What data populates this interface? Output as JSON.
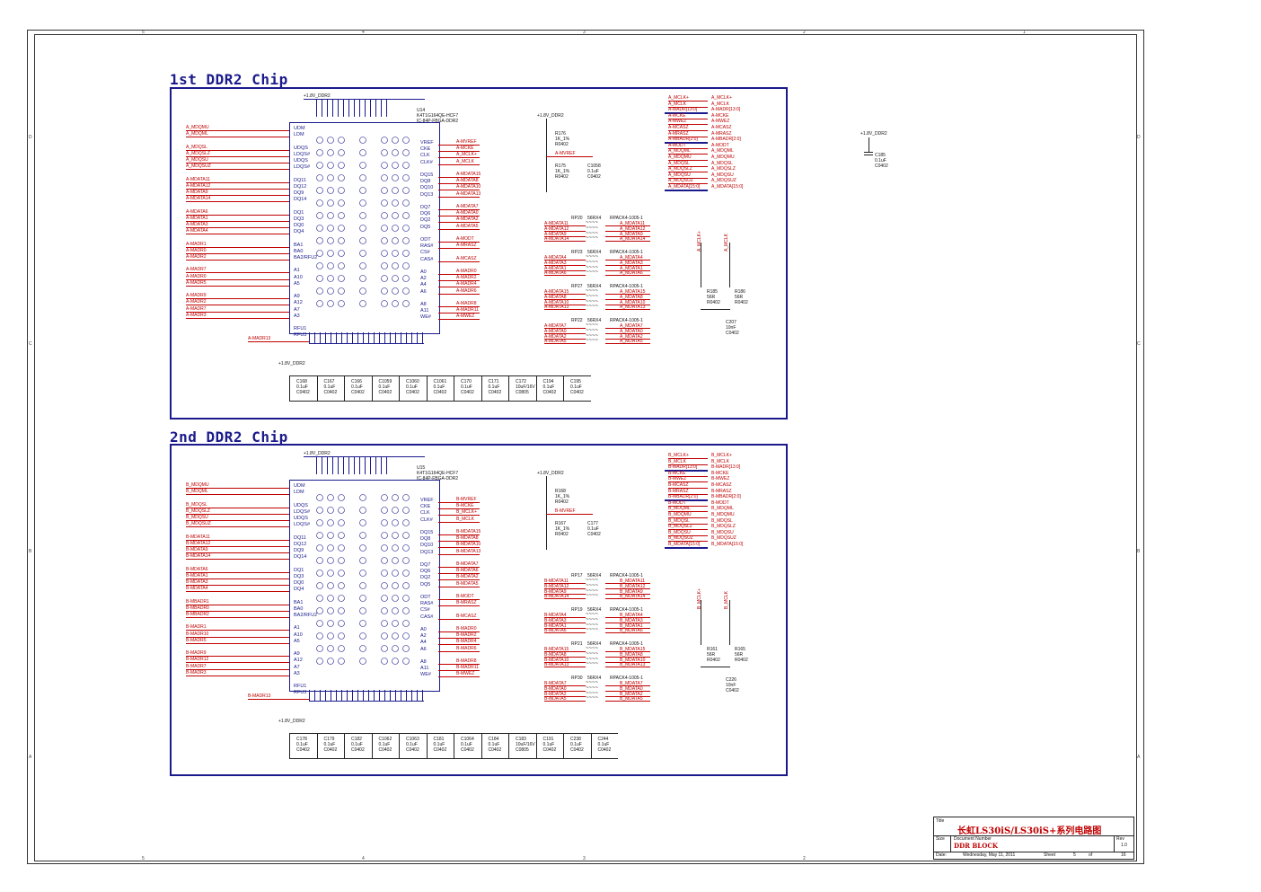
{
  "border": {
    "top_zones": [
      "5",
      "4",
      "3",
      "2",
      "1"
    ],
    "side_zones": [
      "D",
      "C",
      "B",
      "A"
    ]
  },
  "chip1": {
    "section_title": "1st DDR2 Chip",
    "power": "+1.8V_DDR2",
    "ref": "U14",
    "part": "K4T1G164QE-HCF7",
    "package": "IC-84P-FBGA-DDR2",
    "left_pins": [
      "UDM",
      "LDM",
      "",
      "UDQS",
      "LDQS#",
      "UDQS",
      "LDQS#",
      "",
      "DQ11",
      "DQ12",
      "DQ9",
      "DQ14",
      "",
      "DQ1",
      "DQ3",
      "DQ0",
      "DQ4",
      "",
      "BA1",
      "BA0",
      "BA2/RFU2",
      "",
      "A1",
      "A10",
      "A5",
      "",
      "A9",
      "A12",
      "A7",
      "A3",
      "",
      "RFU1",
      "RFU3"
    ],
    "right_pins": [
      "VREF",
      "CKE",
      "CLK",
      "CLK#",
      "",
      "DQ15",
      "DQ8",
      "DQ10",
      "DQ13",
      "",
      "DQ7",
      "DQ6",
      "DQ2",
      "DQ5",
      "",
      "ODT",
      "RAS#",
      "CS#",
      "CAS#",
      "",
      "A0",
      "A2",
      "A4",
      "A6",
      "",
      "A8",
      "A11",
      "WE#"
    ],
    "left_nets": [
      "A_MDQMU",
      "A_MDQML",
      "",
      "A_MDQSL",
      "A_MDQSLZ",
      "A_MDQSU",
      "A_MDQSUZ",
      "",
      "A-MDATA11",
      "A-MDATA12",
      "A-MDATA9",
      "A-MDATA14",
      "",
      "A-MDATA6",
      "A-MDATA1",
      "A-MDATA3",
      "A-MDATA4",
      "",
      "A-MADR1",
      "A-MADR0",
      "A-MADR2",
      "",
      "A-MADR7",
      "A-MADR0",
      "A-MADR5",
      "",
      "A-MADR9",
      "A-MADR2",
      "A-MADR7",
      "A-MADR3"
    ],
    "right_nets": [
      "A-MVREF",
      "A-MCKE",
      "A_MCLK+",
      "A_MCLK",
      "",
      "A-MDATA15",
      "A-MDATA8",
      "A-MDATA10",
      "A-MDATA13",
      "",
      "A-MDATA7",
      "A-MDATA0",
      "A-MDATA2",
      "A-MDATA5",
      "",
      "A-MODT",
      "A-MRASZ",
      "",
      "A-MCASZ",
      "",
      "A-MADR0",
      "A-MADR2",
      "A-MADR4",
      "A-MADR6",
      "",
      "A-MADR8",
      "A-MADR11",
      "A-MWEZ"
    ],
    "bottom_net": "A-MADR13",
    "vref_block": {
      "r1": "R176",
      "r1v": "1K_1%",
      "r1p": "R0402",
      "net": "A-MVREF",
      "r2": "R175",
      "r2v": "1K_1%",
      "r2p": "R0402",
      "c": "C1058",
      "cv": "0.1uF",
      "cp": "C0402"
    },
    "rpacks": [
      {
        "rp": "RP20",
        "val": "56RX4",
        "part": "RPACK4-1005-1",
        "left": [
          "A-MDATA11",
          "A-MDATA12",
          "A-MDATA9",
          "A-MDATA14"
        ],
        "right": [
          "A_MDATA11",
          "A_MDATA12",
          "A_MDATA9",
          "A_MDATA14"
        ]
      },
      {
        "rp": "RP23",
        "val": "56RX4",
        "part": "RPACK4-1005-1",
        "left": [
          "A-MDATA4",
          "A-MDATA3",
          "A-MDATA1",
          "A-MDATA6"
        ],
        "right": [
          "A_MDATA4",
          "A_MDATA3",
          "A_MDATA1",
          "A_MDATA6"
        ]
      },
      {
        "rp": "RP27",
        "val": "56RX4",
        "part": "RPACK4-1005-1",
        "left": [
          "A-MDATA15",
          "A-MDATA8",
          "A-MDATA10",
          "A-MDATA13"
        ],
        "right": [
          "A_MDATA15",
          "A_MDATA8",
          "A_MDATA10",
          "A_MDATA13"
        ]
      },
      {
        "rp": "RP22",
        "val": "56RX4",
        "part": "RPACK4-1005-1",
        "left": [
          "A-MDATA7",
          "A-MDATA0",
          "A-MDATA2",
          "A-MDATA5"
        ],
        "right": [
          "A_MDATA7",
          "A_MDATA0",
          "A_MDATA2",
          "A_MDATA5"
        ]
      }
    ],
    "ports": [
      "A_MCLK+",
      "A_MCLK",
      "A-MADR[13:0]",
      "A-MCKE",
      "A-MWEZ",
      "A-MCASZ",
      "A-MRASZ",
      "A-MBADR[2:0]",
      "A-MODT",
      "A_MDQML",
      "A_MDQMU",
      "A_MDQSL",
      "A_MDQSLZ",
      "A_MDQSU",
      "A_MDQSUZ",
      "A_MDATA[15:0]"
    ],
    "term": {
      "ra": "R185",
      "rav": "56R",
      "rap": "R0402",
      "rb": "R186",
      "rbv": "56R",
      "rbp": "R0402",
      "c": "C207",
      "cv": "10nF",
      "cp": "C0402",
      "net1": "A_MCLK+",
      "net2": "A_MCLK"
    },
    "decaps": [
      {
        "r": "C168",
        "v": "0.1uF",
        "p": "C0402"
      },
      {
        "r": "C167",
        "v": "0.1uF",
        "p": "C0402"
      },
      {
        "r": "C166",
        "v": "0.1uF",
        "p": "C0402"
      },
      {
        "r": "C1059",
        "v": "0.1uF",
        "p": "C0402"
      },
      {
        "r": "C1060",
        "v": "0.1uF",
        "p": "C0402"
      },
      {
        "r": "C1061",
        "v": "0.1uF",
        "p": "C0402"
      },
      {
        "r": "C170",
        "v": "0.1uF",
        "p": "C0402"
      },
      {
        "r": "C171",
        "v": "0.1uF",
        "p": "C0402"
      },
      {
        "r": "C172",
        "v": "10uF/16V",
        "p": "C0805"
      },
      {
        "r": "C194",
        "v": "0.1uF",
        "p": "C0402"
      },
      {
        "r": "C195",
        "v": "0.1uF",
        "p": "C0402"
      }
    ]
  },
  "chip2": {
    "section_title": "2nd DDR2 Chip",
    "power": "+1.8V_DDR2",
    "ref": "U15",
    "part": "K4T1G164QE-HCF7",
    "package": "IC-84P-FBGA-DDR2",
    "left_nets": [
      "B_MDQMU",
      "B_MDQML",
      "",
      "B_MDQSL",
      "B_MDQSLZ",
      "B_MDQSU",
      "B_MDQSUZ",
      "",
      "B-MDATA11",
      "B-MDATA12",
      "B-MDATA9",
      "B-MDATA14",
      "",
      "B-MDATA6",
      "B-MDATA1",
      "B-MDATA3",
      "B-MDATA4",
      "",
      "B-MBADR1",
      "B-MBADR0",
      "B-MBADR2",
      "",
      "B-MADR1",
      "B-MADR10",
      "B-MADR5",
      "",
      "B-MADR9",
      "B-MADR12",
      "B-MADR7",
      "B-MADR3"
    ],
    "right_nets": [
      "B-MVREF",
      "B-MCKE",
      "B_MCLK+",
      "B_MCLK",
      "",
      "B-MDATA15",
      "B-MDATA8",
      "B-MDATA10",
      "B-MDATA13",
      "",
      "B-MDATA7",
      "B-MDATA6",
      "B-MDATA2",
      "B-MDATA5",
      "",
      "B-MODT",
      "B-MRASZ",
      "",
      "B-MCASZ",
      "",
      "B-MADR0",
      "B-MADR2",
      "B-MADR4",
      "B-MADR6",
      "",
      "B-MADR8",
      "B-MADR11",
      "B-MWEZ"
    ],
    "bottom_net": "B-MADR13",
    "vref_block": {
      "r1": "R168",
      "r1v": "1K_1%",
      "r1p": "R0402",
      "net": "B-MVREF",
      "r2": "R167",
      "r2v": "1K_1%",
      "r2p": "R0402",
      "c": "C177",
      "cv": "0.1uF",
      "cp": "C0402"
    },
    "rpacks": [
      {
        "rp": "RP17",
        "val": "56RX4",
        "part": "RPACK4-1005-1",
        "left": [
          "B-MDATA11",
          "B-MDATA12",
          "B-MDATA9",
          "B-MDATA14"
        ],
        "right": [
          "B_MDATA11",
          "B_MDATA12",
          "B_MDATA9",
          "B_MDATA14"
        ]
      },
      {
        "rp": "RP19",
        "val": "56RX4",
        "part": "RPACK4-1005-1",
        "left": [
          "B-MDATA4",
          "B-MDATA3",
          "B-MDATA1",
          "B-MDATA6"
        ],
        "right": [
          "B_MDATA4",
          "B_MDATA3",
          "B_MDATA1",
          "B_MDATA6"
        ]
      },
      {
        "rp": "RP21",
        "val": "56RX4",
        "part": "RPACK4-1005-1",
        "left": [
          "B-MDATA15",
          "B-MDATA8",
          "B-MDATA10",
          "B-MDATA13"
        ],
        "right": [
          "B_MDATA15",
          "B_MDATA8",
          "B_MDATA10",
          "B_MDATA13"
        ]
      },
      {
        "rp": "RP30",
        "val": "56RX4",
        "part": "RPACK4-1005-1",
        "left": [
          "B-MDATA7",
          "B-MDATA0",
          "B-MDATA2",
          "B-MDATA5"
        ],
        "right": [
          "B_MDATA7",
          "B_MDATA0",
          "B_MDATA2",
          "B_MDATA5"
        ]
      }
    ],
    "ports": [
      "B_MCLK+",
      "B_MCLK",
      "B-MADR[13:0]",
      "B-MCKE",
      "B-MWEZ",
      "B-MCASZ",
      "B-MRASZ",
      "B-MBADR[2:0]",
      "B-MODT",
      "B_MDQML",
      "B_MDQMU",
      "B_MDQSL",
      "B_MDQSLZ",
      "B_MDQSU",
      "B_MDQSUZ",
      "B_MDATA[15:0]"
    ],
    "term": {
      "ra": "R161",
      "rav": "56R",
      "rap": "R0402",
      "rb": "R165",
      "rbv": "56R",
      "rbp": "R0402",
      "c": "C226",
      "cv": "10nF",
      "cp": "C0402",
      "net1": "B_MCLK+",
      "net2": "B_MCLK"
    },
    "decaps": [
      {
        "r": "C178",
        "v": "0.1uF",
        "p": "C0402"
      },
      {
        "r": "C179",
        "v": "0.1uF",
        "p": "C0402"
      },
      {
        "r": "C182",
        "v": "0.1uF",
        "p": "C0402"
      },
      {
        "r": "C1062",
        "v": "0.1uF",
        "p": "C0402"
      },
      {
        "r": "C1063",
        "v": "0.1uF",
        "p": "C0402"
      },
      {
        "r": "C181",
        "v": "0.1uF",
        "p": "C0402"
      },
      {
        "r": "C1064",
        "v": "0.1uF",
        "p": "C0402"
      },
      {
        "r": "C184",
        "v": "0.1uF",
        "p": "C0402"
      },
      {
        "r": "C183",
        "v": "10uF/16V",
        "p": "C0805"
      },
      {
        "r": "C191",
        "v": "0.1uF",
        "p": "C0402"
      },
      {
        "r": "C238",
        "v": "0.1uF",
        "p": "C0402"
      },
      {
        "r": "C244",
        "v": "0.1uF",
        "p": "C0402"
      }
    ]
  },
  "misc_cap": {
    "power": "+1.8V_DDR2",
    "r": "C185",
    "v": "0.1uF",
    "p": "C0402"
  },
  "title_block": {
    "title_label": "Title",
    "title": "长虹LS30iS/LS30iS+系列电路图",
    "size_label": "Size",
    "docnum_label": "Document Number",
    "docnum": "DDR BLOCK",
    "rev_label": "Rev",
    "rev": "1.0",
    "date_label": "Date:",
    "date": "Wednesday, May 11, 2011",
    "sheet_label": "Sheet",
    "sheet": "5",
    "of_label": "of",
    "total": "16"
  }
}
